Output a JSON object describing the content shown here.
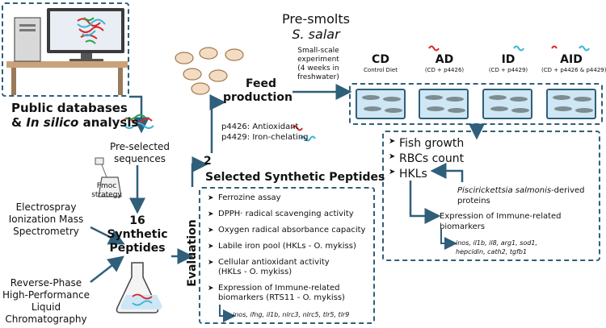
{
  "left": {
    "databases_line1": "Public databases",
    "databases_line2_prefix": "& ",
    "databases_line2_em": "In silico",
    "databases_line2_suffix": " analysis",
    "preselected_line1": "Pre-selected",
    "preselected_line2": "sequences",
    "fmoc_line1": "Fmoc",
    "fmoc_line2": "strategy",
    "esi_line1": "Electrospray",
    "esi_line2": "Ionization Mass",
    "esi_line3": "Spectrometry",
    "hplc_line1": "Reverse-Phase",
    "hplc_line2": "High-Performance",
    "hplc_line3": "Liquid",
    "hplc_line4": "Chromatography",
    "peptides_count": "16",
    "peptides_line1": "Synthetic",
    "peptides_line2": "Peptides",
    "evaluation": "Evaluation"
  },
  "middle": {
    "selected_count": "2",
    "selected_title": "Selected Synthetic Peptides",
    "p4426": "p4426: Antioxidant",
    "p4429": "p4429: Iron-chelating",
    "feed_line1": "Feed",
    "feed_line2": "production",
    "assays": [
      "Ferrozine assay",
      "DPPH· radical scavenging activity",
      "Oxygen radical absorbance capacity",
      "Labile iron pool (HKLs - O. mykiss)",
      "Cellular antioxidant activity",
      "(HKLs - O. mykiss)",
      "Expression of Immune-related",
      "biomarkers (RTS11 - O. mykiss)"
    ],
    "immune_genes": "inos, ifng, il1b, nlrc3, nlrc5, tlr5, tlr9"
  },
  "top": {
    "presmolts": "Pre-smolts",
    "species": "S. salar",
    "exp_line1": "Small-scale",
    "exp_line2": "experiment",
    "exp_line3": "(4 weeks in",
    "exp_line4": "freshwater)",
    "groups": [
      {
        "code": "CD",
        "desc": "Control Diet"
      },
      {
        "code": "AD",
        "desc": "(CD + p4426)"
      },
      {
        "code": "ID",
        "desc": "(CD + p4429)"
      },
      {
        "code": "AID",
        "desc": "(CD + p4426 & p4429)"
      }
    ]
  },
  "right": {
    "outcomes": [
      "Fish growth",
      "RBCs count",
      "HKLs"
    ],
    "pathogen_line1": "Piscirickettsia salmonis",
    "pathogen_line1_suffix": "-derived",
    "pathogen_line2": "proteins",
    "expr_line1": "Expression of Immune-related",
    "expr_line2": "biomarkers",
    "genes_line1": "inos, il1b, il8, arg1, sod1,",
    "genes_line2": "hepcidin, cath2, tgfb1"
  },
  "colors": {
    "accent": "#2f5f7a",
    "red_squiggle": "#d62828",
    "blue_squiggle": "#3ab4d9",
    "tank_water": "#cfe6f5"
  }
}
